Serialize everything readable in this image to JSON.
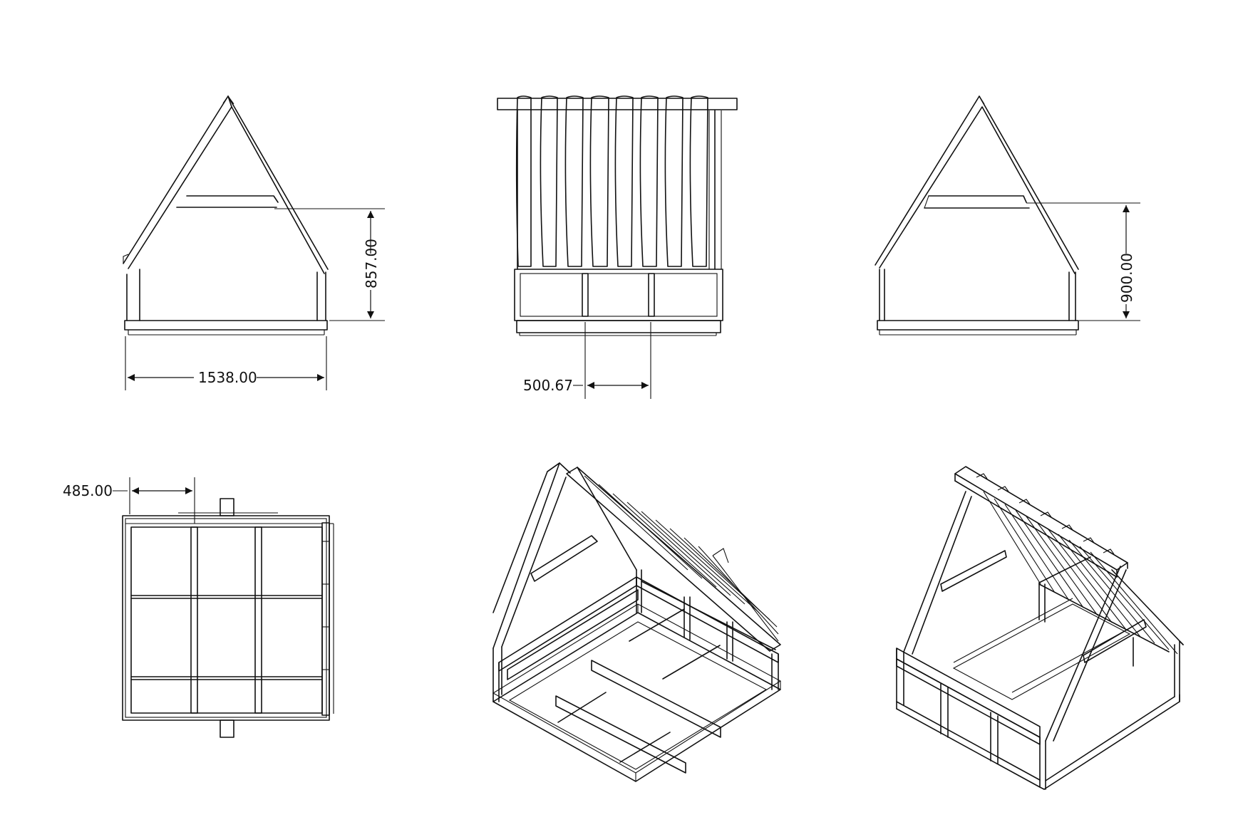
{
  "drawing": {
    "views": [
      {
        "id": "front-elevation",
        "dimensions": [
          "857.00",
          "1538.00"
        ]
      },
      {
        "id": "side-elevation",
        "dimensions": [
          "500.67"
        ]
      },
      {
        "id": "rear-elevation",
        "dimensions": [
          "900.00"
        ]
      },
      {
        "id": "plan-view",
        "dimensions": [
          "485.00"
        ]
      },
      {
        "id": "isometric-underside",
        "dimensions": []
      },
      {
        "id": "isometric-top",
        "dimensions": []
      }
    ],
    "dimensions": {
      "front_height": "857.00",
      "front_width": "1538.00",
      "side_slat_spacing": "500.67",
      "rear_height": "900.00",
      "plan_bay_width": "485.00"
    }
  }
}
